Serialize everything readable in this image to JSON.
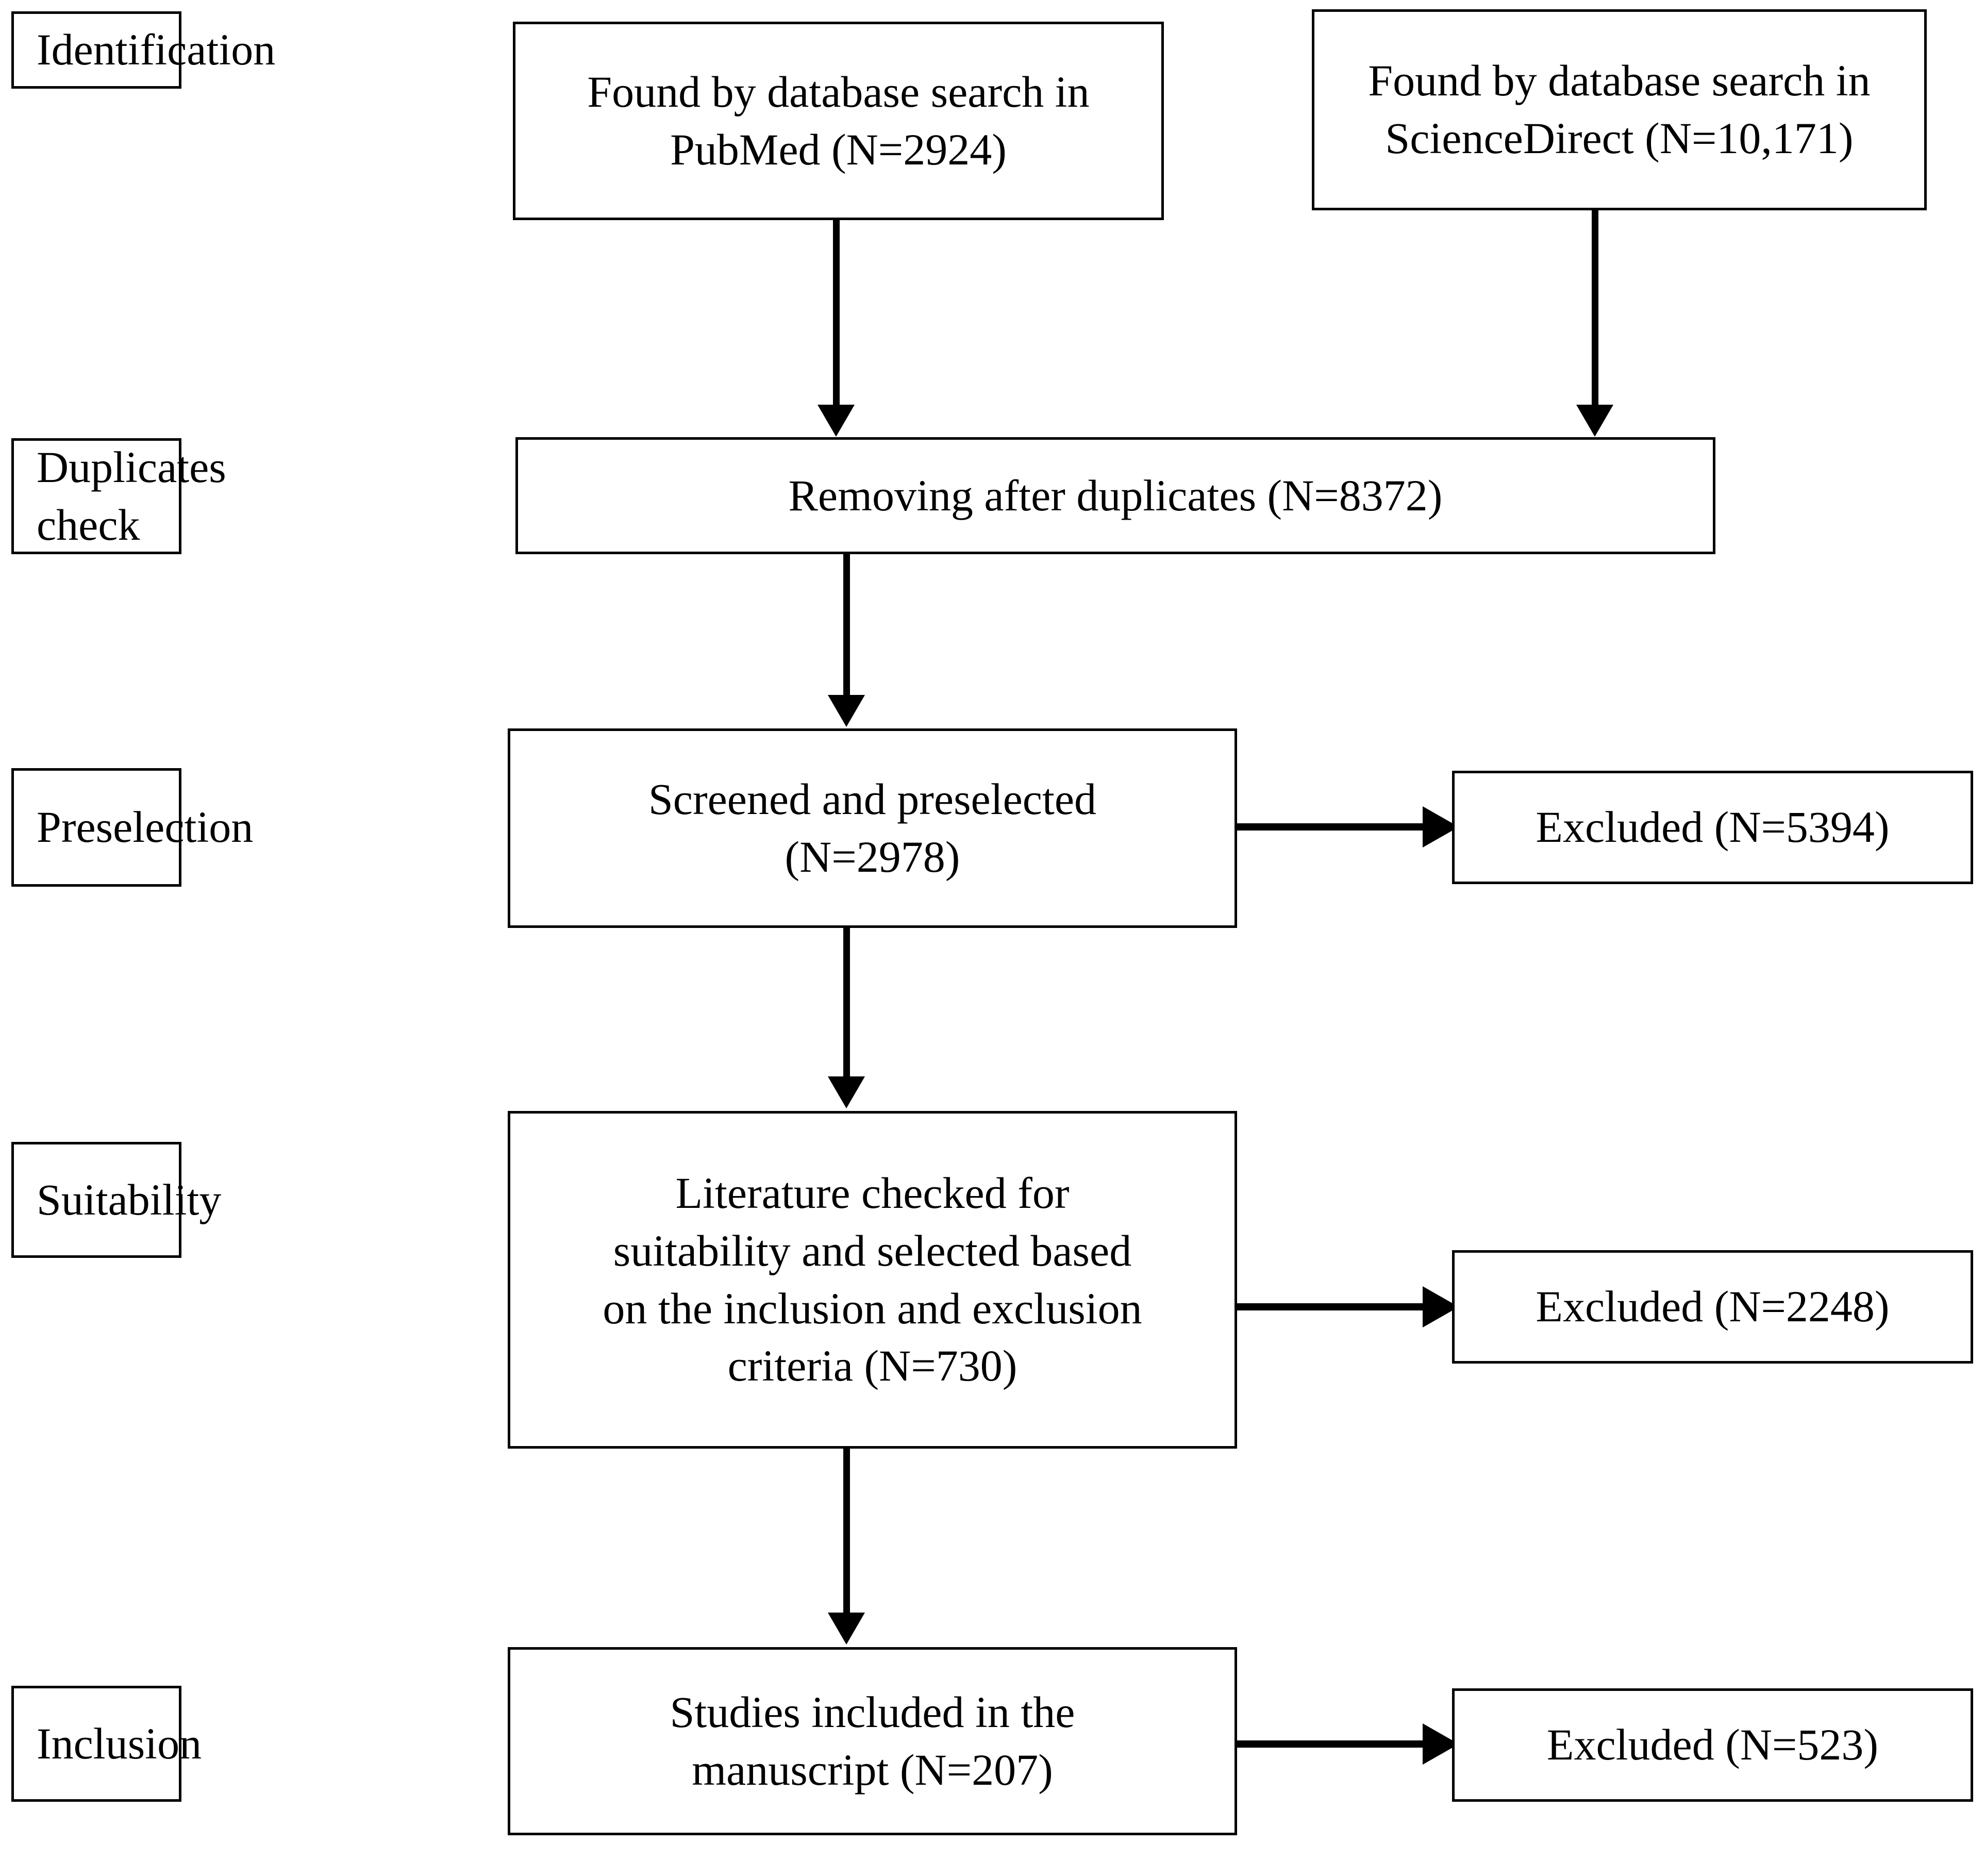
{
  "diagram": {
    "title": "PRISMA study selection flow diagram",
    "type": "flowchart",
    "line_color": "#000000",
    "box_fill": "#ffffff"
  },
  "stages": [
    {
      "key": "identification",
      "label": "Identification"
    },
    {
      "key": "duplicates",
      "label": "Duplicates check"
    },
    {
      "key": "preselection",
      "label": "Preselection"
    },
    {
      "key": "suitability",
      "label": "Suitability"
    },
    {
      "key": "inclusion",
      "label": "Inclusion"
    }
  ],
  "nodes": {
    "pubmed": {
      "text": "Found by database search in\nPubMed (N=2924)",
      "count": 2924,
      "source": "PubMed"
    },
    "sciencedirect": {
      "text": "Found by database search in\nScienceDirect (N=10,171)",
      "count": 10171,
      "source": "ScienceDirect"
    },
    "duplicates": {
      "text": "Removing after duplicates (N=8372)",
      "count": 8372
    },
    "screened": {
      "text": "Screened and preselected\n(N=2978)",
      "count": 2978
    },
    "suitability": {
      "text": "Literature checked for\nsuitability and selected based\non the inclusion and exclusion\ncriteria (N=730)",
      "count": 730
    },
    "included": {
      "text": "Studies included in the\nmanuscript (N=207)",
      "count": 207
    }
  },
  "excluded": {
    "preselection": {
      "text": "Excluded (N=5394)",
      "count": 5394
    },
    "suitability": {
      "text": "Excluded (N=2248)",
      "count": 2248
    },
    "inclusion": {
      "text": "Excluded (N=523)",
      "count": 523
    }
  },
  "chart_data": {
    "type": "flow",
    "title": "PRISMA study selection flow diagram",
    "stages": [
      "Identification",
      "Duplicates check",
      "Preselection",
      "Suitability",
      "Inclusion"
    ],
    "nodes": [
      {
        "id": "pubmed",
        "stage": "Identification",
        "label": "Found by database search in PubMed",
        "n": 2924
      },
      {
        "id": "sciencedirect",
        "stage": "Identification",
        "label": "Found by database search in ScienceDirect",
        "n": 10171
      },
      {
        "id": "duplicates",
        "stage": "Duplicates check",
        "label": "Removing after duplicates",
        "n": 8372
      },
      {
        "id": "screened",
        "stage": "Preselection",
        "label": "Screened and preselected",
        "n": 2978
      },
      {
        "id": "excluded1",
        "stage": "Preselection",
        "label": "Excluded",
        "n": 5394
      },
      {
        "id": "suitability",
        "stage": "Suitability",
        "label": "Literature checked for suitability and selected based on the inclusion and exclusion criteria",
        "n": 730
      },
      {
        "id": "excluded2",
        "stage": "Suitability",
        "label": "Excluded",
        "n": 2248
      },
      {
        "id": "included",
        "stage": "Inclusion",
        "label": "Studies included in the manuscript",
        "n": 207
      },
      {
        "id": "excluded3",
        "stage": "Inclusion",
        "label": "Excluded",
        "n": 523
      }
    ],
    "edges": [
      {
        "from": "pubmed",
        "to": "duplicates",
        "direction": "down"
      },
      {
        "from": "sciencedirect",
        "to": "duplicates",
        "direction": "down"
      },
      {
        "from": "duplicates",
        "to": "screened",
        "direction": "down"
      },
      {
        "from": "screened",
        "to": "excluded1",
        "direction": "right"
      },
      {
        "from": "screened",
        "to": "suitability",
        "direction": "down"
      },
      {
        "from": "suitability",
        "to": "excluded2",
        "direction": "right"
      },
      {
        "from": "suitability",
        "to": "included",
        "direction": "down"
      },
      {
        "from": "included",
        "to": "excluded3",
        "direction": "right"
      }
    ]
  }
}
